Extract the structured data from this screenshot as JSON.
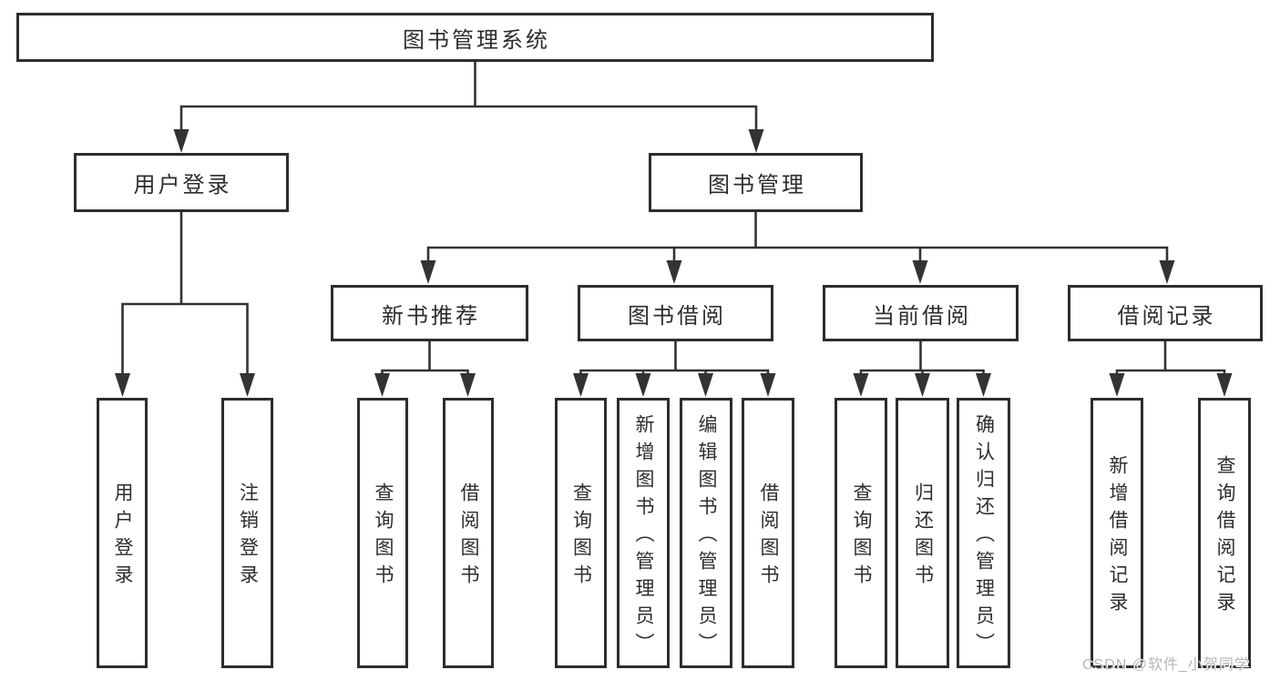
{
  "title": "图书管理系统",
  "watermark": "CSDN @软件_小贺同学",
  "colors": {
    "background": "#ffffff",
    "box_border": "#2d2d2d",
    "box_fill": "#ffffff",
    "line": "#333333",
    "text": "#2d2d2d",
    "watermark": "#b4b7ba"
  },
  "nodes": {
    "root": {
      "label": "图书管理系统"
    },
    "login": {
      "label": "用户登录",
      "children": {
        "user_login": "用户登录",
        "logout": "注销登录"
      }
    },
    "manage": {
      "label": "图书管理"
    },
    "recommend": {
      "label": "新书推荐",
      "children": {
        "query": "查询图书",
        "borrow": "借阅图书"
      }
    },
    "borrowing": {
      "label": "图书借阅",
      "children": {
        "query": "查询图书",
        "add": "新增图书（管理员）",
        "edit": "编辑图书（管理员）",
        "borrow": "借阅图书"
      }
    },
    "current": {
      "label": "当前借阅",
      "children": {
        "query": "查询图书",
        "return": "归还图书",
        "confirm": "确认归还（管理员）"
      }
    },
    "records": {
      "label": "借阅记录",
      "children": {
        "add": "新增借阅记录",
        "query": "查询借阅记录"
      }
    }
  }
}
